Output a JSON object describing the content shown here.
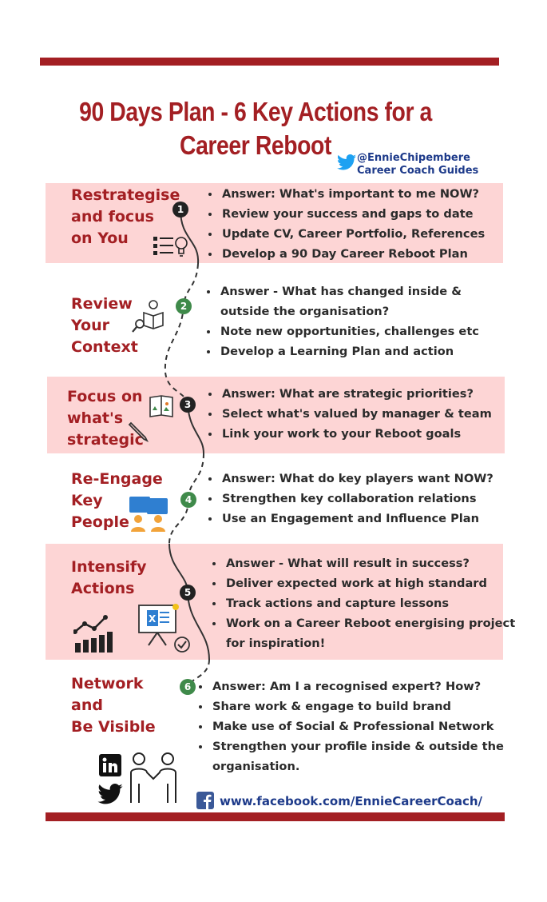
{
  "header": {
    "title_line1": "90 Days Plan - 6 Key Actions for a",
    "title_line2": "Career Reboot",
    "twitter_handle": "@EnnieChipembere",
    "subtitle": "Career Coach Guides"
  },
  "sections": [
    {
      "number": "1",
      "title": [
        "Restrategise",
        "and focus",
        "on You"
      ],
      "points": [
        "Answer: What's important to me NOW?",
        "Review your success and gaps to date",
        "Update CV, Career Portfolio, References",
        "Develop a 90 Day Career Reboot Plan"
      ]
    },
    {
      "number": "2",
      "title": [
        "Review",
        "Your",
        "Context"
      ],
      "points": [
        "Answer - What has changed inside & outside the organisation?",
        "Note new opportunities, challenges etc",
        "Develop a Learning Plan and action"
      ]
    },
    {
      "number": "3",
      "title": [
        "Focus on",
        "what's",
        "strategic"
      ],
      "points": [
        "Answer: What are strategic priorities?",
        "Select what's valued by manager & team",
        "Link your work to your Reboot goals"
      ]
    },
    {
      "number": "4",
      "title": [
        "Re-Engage",
        "Key",
        "People"
      ],
      "points": [
        "Answer: What do key players want NOW?",
        "Strengthen key collaboration relations",
        "Use an Engagement and Influence Plan"
      ]
    },
    {
      "number": "5",
      "title": [
        "Intensify",
        "Actions"
      ],
      "points": [
        "Answer - What will result in success?",
        "Deliver expected work at high standard",
        "Track actions and capture lessons",
        "Work on a Career Reboot energising project for inspiration!"
      ]
    },
    {
      "number": "6",
      "title": [
        "Network",
        "and",
        "Be Visible"
      ],
      "points": [
        "Answer: Am I a recognised expert? How?",
        "Share work & engage to build brand",
        "Make use of Social & Professional Network",
        "Strengthen your profile inside & outside the organisation."
      ]
    }
  ],
  "footer": {
    "facebook_url": "www.facebook.com/EnnieCareerCoach/"
  },
  "colors": {
    "brand_red": "#a31f23",
    "band_pink": "#fdd5d5",
    "link_blue": "#1d3a8a",
    "twitter_blue": "#1da1f2",
    "facebook_blue": "#3b5998",
    "step_green": "#3f8a4a"
  },
  "icons": [
    "twitter-icon",
    "checklist-bulb-icon",
    "reading-search-icon",
    "book-pencil-icon",
    "people-meeting-icon",
    "rising-chart-icon",
    "presentation-excel-icon",
    "linkedin-icon",
    "handshake-icon",
    "facebook-icon"
  ]
}
